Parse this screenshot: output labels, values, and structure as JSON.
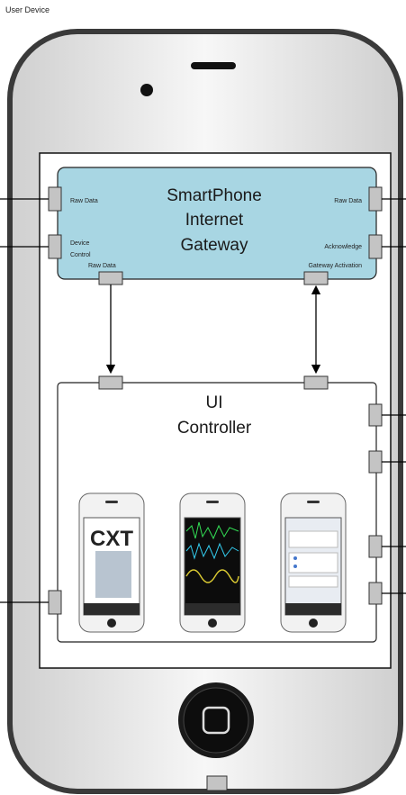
{
  "title": "User Device",
  "gateway": {
    "name_line1": "SmartPhone",
    "name_line2": "Internet",
    "name_line3": "Gateway",
    "port_raw_data_left": "Raw Data",
    "port_device_control_1": "Device",
    "port_device_control_2": "Control",
    "port_raw_data_bottom": "Raw Data",
    "port_raw_data_right": "Raw Data",
    "port_acknowledge": "Acknowledge",
    "port_gateway_activation": "Gateway Activation"
  },
  "controller": {
    "name_line1": "UI",
    "name_line2": "Controller"
  },
  "screens": {
    "logo_text": "CXT"
  },
  "colors": {
    "gateway_fill": "#a8d6e3",
    "port_fill": "#c4c4c4",
    "phone_fill": "#f2f2f2"
  }
}
